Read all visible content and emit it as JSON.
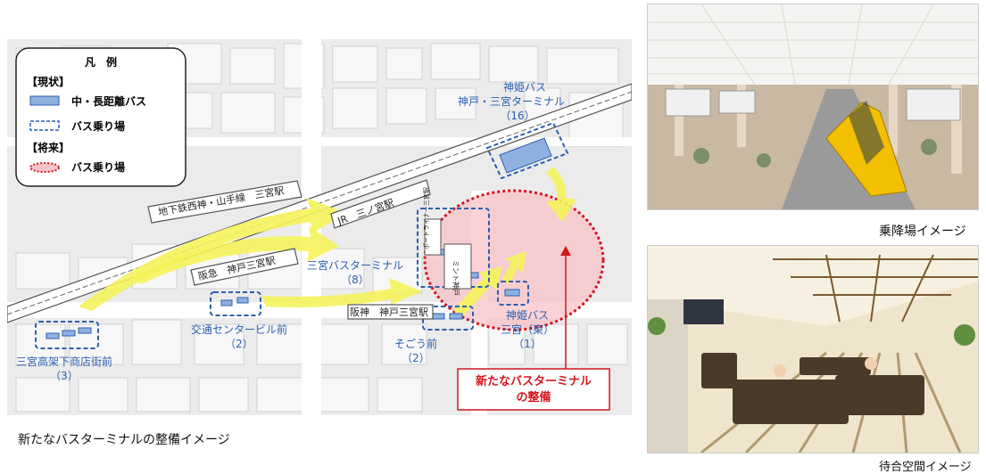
{
  "legend": {
    "title": "凡　例",
    "current_heading": "【現状】",
    "current_items": [
      {
        "label": "中・長距離バス"
      },
      {
        "label": "バス乗り場"
      }
    ],
    "future_heading": "【将来】",
    "future_items": [
      {
        "label": "バス乗り場"
      }
    ]
  },
  "rail_labels": {
    "subway": "地下鉄西神・山手線　三宮駅",
    "jr": "JR　三ノ宮駅",
    "hankyu": "阪急　神戸三宮駅",
    "hanshin": "阪神　神戸三宮駅",
    "portliner": "ポートライナー三宮駅",
    "mint": "ミント神戸"
  },
  "bus_stops": [
    {
      "name": "神姫バス",
      "name2": "神戸・三宮ターミナル",
      "count": "（16）"
    },
    {
      "name": "三宮バスターミナル",
      "count": "（8）"
    },
    {
      "name": "交通センタービル前",
      "count": "（2）"
    },
    {
      "name": "そごう前",
      "count": "（2）"
    },
    {
      "name": "神姫バス",
      "name2": "三宮（東）",
      "count": "（1）"
    },
    {
      "name": "三宮高架下商店街前",
      "count": "（3）"
    }
  ],
  "callout": {
    "line1": "新たなバスターミナル",
    "line2": "の整備"
  },
  "captions": {
    "map": "新たなバスターミナルの整備イメージ",
    "photo_top": "乗降場イメージ",
    "photo_bottom": "待合空間イメージ"
  },
  "colors": {
    "bus_blue": "#2a5fb0",
    "future_red": "#d2161e",
    "future_fill": "#f8c3c8",
    "arrow_yellow": "#f5f35a",
    "road": "#d6d6d6"
  }
}
